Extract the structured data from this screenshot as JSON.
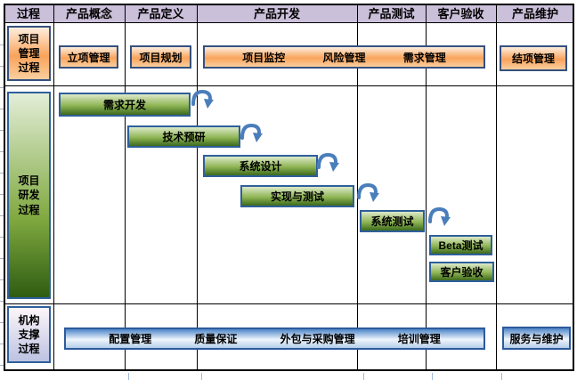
{
  "header": {
    "columns": [
      "过程",
      "产品概念",
      "产品定义",
      "产品开发",
      "产品测试",
      "客户验收",
      "产品维护"
    ]
  },
  "lanes": {
    "management": "项目管理过程",
    "development": "项目研发过程",
    "support": "机构支撑过程"
  },
  "management": {
    "initiation": "立项管理",
    "planning": "项目规划",
    "monitor_bar": [
      "项目监控",
      "风险管理",
      "需求管理"
    ],
    "closure": "结项管理"
  },
  "development": {
    "stages": [
      "需求开发",
      "技术预研",
      "系统设计",
      "实现与测试",
      "系统测试",
      "Beta测试",
      "客户验收"
    ]
  },
  "support": {
    "bar": [
      "配置管理",
      "质量保证",
      "外包与采购管理",
      "培训管理"
    ],
    "service": "服务与维护"
  },
  "colors": {
    "line": "#000000",
    "header-bg": "#CBC0DA",
    "navy-border": "#35507E",
    "steel-border": "#2E5F9B",
    "blue-border": "#2D5A9B",
    "orange-top": "#FDEEDF",
    "orange-mid": "#F9A35B",
    "orange-bottom": "#FBCF9F",
    "green-top": "#DCE9C9",
    "green-mid": "#8FB554",
    "green-bottom": "#3D6A1D",
    "lane-green-top": "#E3EED8",
    "lane-green-mid": "#7FA83F",
    "lane-green-bottom": "#2E5C12",
    "support-top": "#FDF6F9",
    "support-bottom": "#BCC2E2",
    "blue-top": "#4E86C8",
    "blue-mid": "#EFF5FC",
    "blue-bottom": "#B5CDEA",
    "arrow": "#4A7EBB",
    "stub-gray": "#A8B2BF",
    "stub-blue": "#9FB9DC"
  }
}
